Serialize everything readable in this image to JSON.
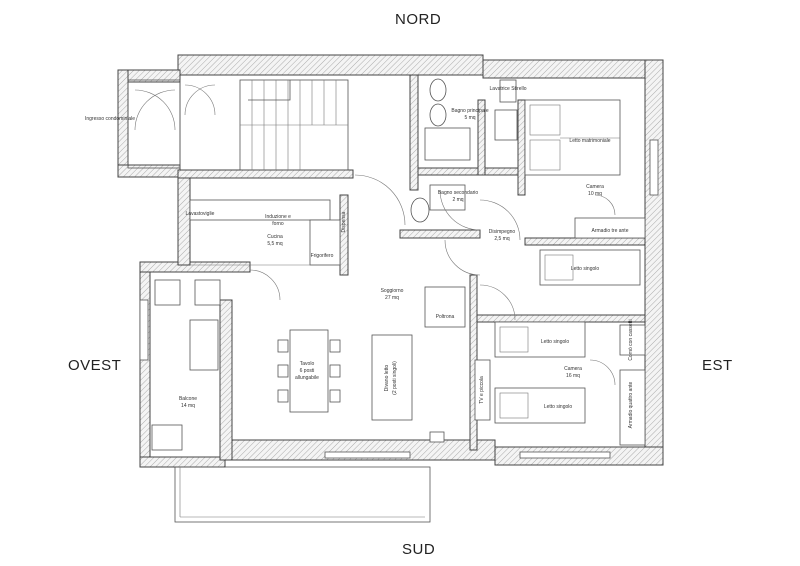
{
  "compass": {
    "north": "NORD",
    "south": "SUD",
    "west": "OVEST",
    "east": "EST"
  },
  "rooms": {
    "ingresso": "Ingresso condominiale",
    "bagno_principale_name": "Bagno principale",
    "bagno_principale_area": "5 mq",
    "lavatrice": "Lavatrice Stirello",
    "letto_matrimoniale": "Letto matrimoniale",
    "camera1_name": "Camera",
    "camera1_area": "10 mq",
    "armadio_ante": "Armadio tre ante",
    "bagno_secondario_name": "Bagno secondario",
    "bagno_secondario_area": "2 mq",
    "lavastoviglie": "Lavastoviglie",
    "induzione_name": "Induzione e",
    "induzione_sub": "forno",
    "cucina_name": "Cucina",
    "cucina_area": "5,5 mq",
    "frigorifero": "Frigorifero",
    "dispensa": "Dispensa",
    "disimpegno_name": "Disimpegno",
    "disimpegno_area": "2,5 mq",
    "letto_singolo_1": "Letto singolo",
    "soggiorno_name": "Soggiorno",
    "soggiorno_area": "27 mq",
    "poltrona": "Poltrona",
    "letto_singolo_2": "Letto singolo",
    "comodino": "Comò con cassetti",
    "tavolo_name": "Tavolo",
    "tavolo_posti": "6 posti",
    "tavolo_sub": "allungabile",
    "divano_name": "Divano letto",
    "divano_sub": "(2 posti singoli)",
    "camera2_name": "Camera",
    "camera2_area": "16 mq",
    "tv": "TV e piccola",
    "letto_singolo_3": "Letto singolo",
    "armadio_quattro": "Armadio quattro ante",
    "balcone_name": "Balcone",
    "balcone_area": "14 mq"
  }
}
